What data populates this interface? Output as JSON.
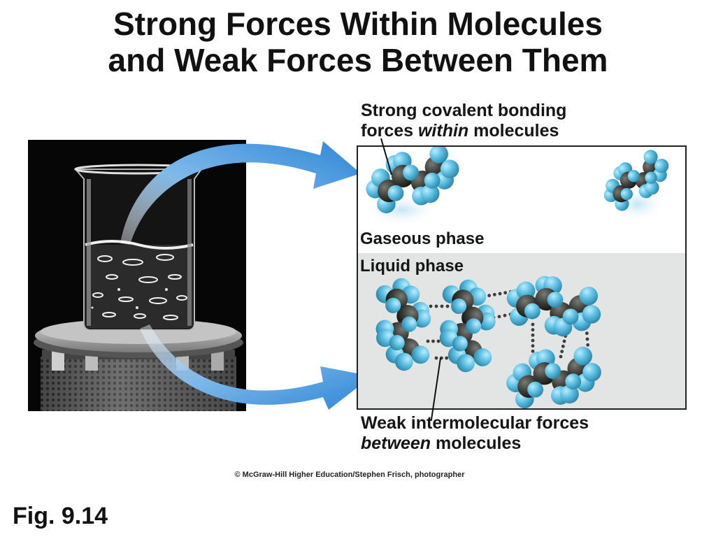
{
  "title": {
    "line1": "Strong Forces Within Molecules",
    "line2": "and Weak Forces Between Them"
  },
  "callout_strong": {
    "line1": "Strong covalent bonding",
    "line2_pre": "forces ",
    "line2_emph": "within",
    "line2_post": " molecules"
  },
  "callout_weak": {
    "line1": "Weak intermolecular forces",
    "line2_emph": "between",
    "line2_post": " molecules"
  },
  "phases": {
    "gas": "Gaseous phase",
    "liquid": "Liquid phase"
  },
  "credit": "© McGraw-Hill Higher Education/Stephen Frisch, photographer",
  "figure_label": "Fig. 9.14",
  "colors": {
    "atom_hydrogen": "#5bbde0",
    "atom_carbon": "#3a3a36",
    "arrow": "#3a8fd8",
    "liquid_bg": "#e2e5e3",
    "photo_bg": "#060606"
  },
  "icons": {
    "molecule": "butane-space-filling-model",
    "beaker": "beaker-on-hotplate-photo"
  }
}
